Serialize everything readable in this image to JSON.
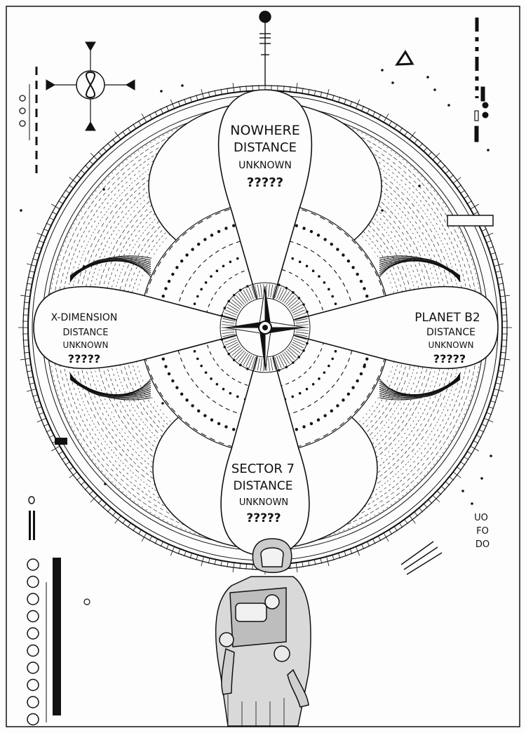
{
  "destinations": {
    "top": {
      "name": "NOWHERE",
      "l1": "DISTANCE",
      "l2": "UNKNOWN",
      "l3": "?????"
    },
    "left": {
      "name": "X-DIMENSION",
      "l1": "DISTANCE",
      "l2": "UNKNOWN",
      "l3": "?????"
    },
    "right": {
      "name": "PLANET B2",
      "l1": "DISTANCE",
      "l2": "UNKNOWN",
      "l3": "?????"
    },
    "bottom": {
      "name": "SECTOR 7",
      "l1": "DISTANCE",
      "l2": "UNKNOWN",
      "l3": "?????"
    }
  },
  "side_glyphs": {
    "r1": "UO",
    "r2": "FO",
    "r3": "DO"
  },
  "icons": [
    "compass-rose-icon",
    "crosshair-infinity-icon",
    "triangle-icon",
    "astronaut-figure"
  ],
  "colors": {
    "ink": "#111111",
    "paper": "#fdfdfd"
  }
}
